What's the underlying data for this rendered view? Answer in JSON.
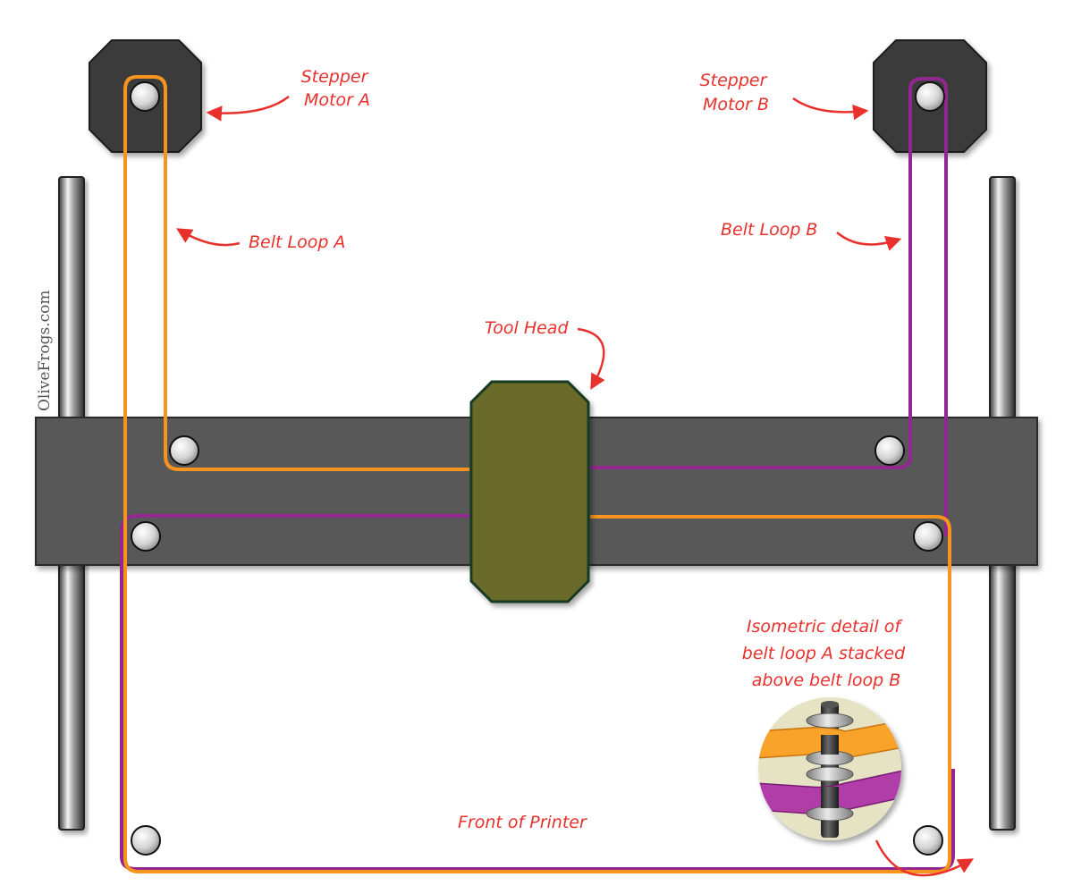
{
  "labels": {
    "motor_a": [
      "Stepper",
      "Motor A"
    ],
    "motor_b": [
      "Stepper",
      "Motor B"
    ],
    "belt_a": "Belt Loop A",
    "belt_b": "Belt Loop B",
    "tool_head": "Tool Head",
    "detail": [
      "Isometric detail of",
      "belt loop A stacked",
      "above belt loop B"
    ],
    "front": "Front of Printer"
  },
  "watermark": "OliveFrogs.com",
  "colors": {
    "belt_a": "#f7941d",
    "belt_b": "#92278f",
    "annotation": "#e8312c",
    "frame": "#555555",
    "tool_head": "#6b6b2a",
    "detail_background": "#e5e3c4"
  }
}
